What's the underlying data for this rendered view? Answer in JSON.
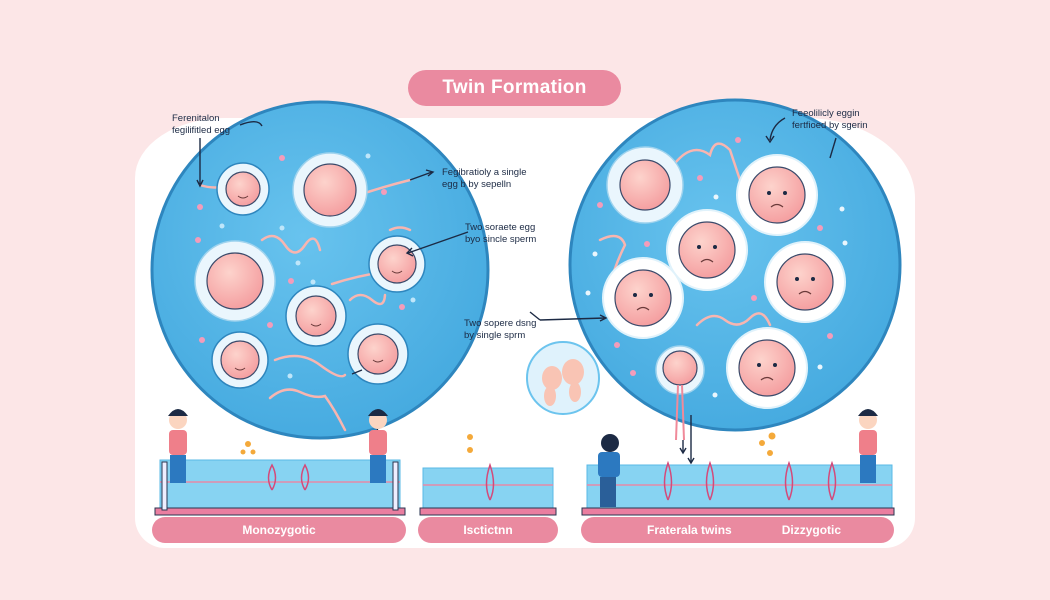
{
  "title": "Twin Formation",
  "colors": {
    "background": "#fce6e7",
    "panel": "#ffffff",
    "accent_pink": "#ea8aa0",
    "cell_blue": "#4fb3e4",
    "egg_pink": "#f6a7a6",
    "text_dark": "#1c2a44"
  },
  "annotations": {
    "left_top": [
      "Ferenitalon",
      "fegilifitled egg"
    ],
    "left_mid_1": [
      "Fegibratioly a single",
      "egg b by sepelln"
    ],
    "left_mid_2": [
      "Two soraete egg",
      "byo sincle sperm"
    ],
    "right_top": [
      "Feeolilicly eggin",
      "fertfioed by sgerin"
    ],
    "right_mid": [
      "Two sopere dsng",
      "by single sprm"
    ]
  },
  "bottom_labels": {
    "left": "Monozygotic",
    "middle": "Isctictnn",
    "right_a": "Fraterala twins",
    "right_b": "Dizzygotic"
  },
  "diagram": {
    "left_cell": {
      "name": "monozygotic-cell",
      "egg_count": 7
    },
    "right_cell": {
      "name": "dizygotic-cell",
      "egg_count": 7
    },
    "twin_bubble": "two-embryos-bubble",
    "figures": [
      "boy-left-1",
      "boy-left-2",
      "boy-right-1",
      "boy-right-2"
    ]
  }
}
